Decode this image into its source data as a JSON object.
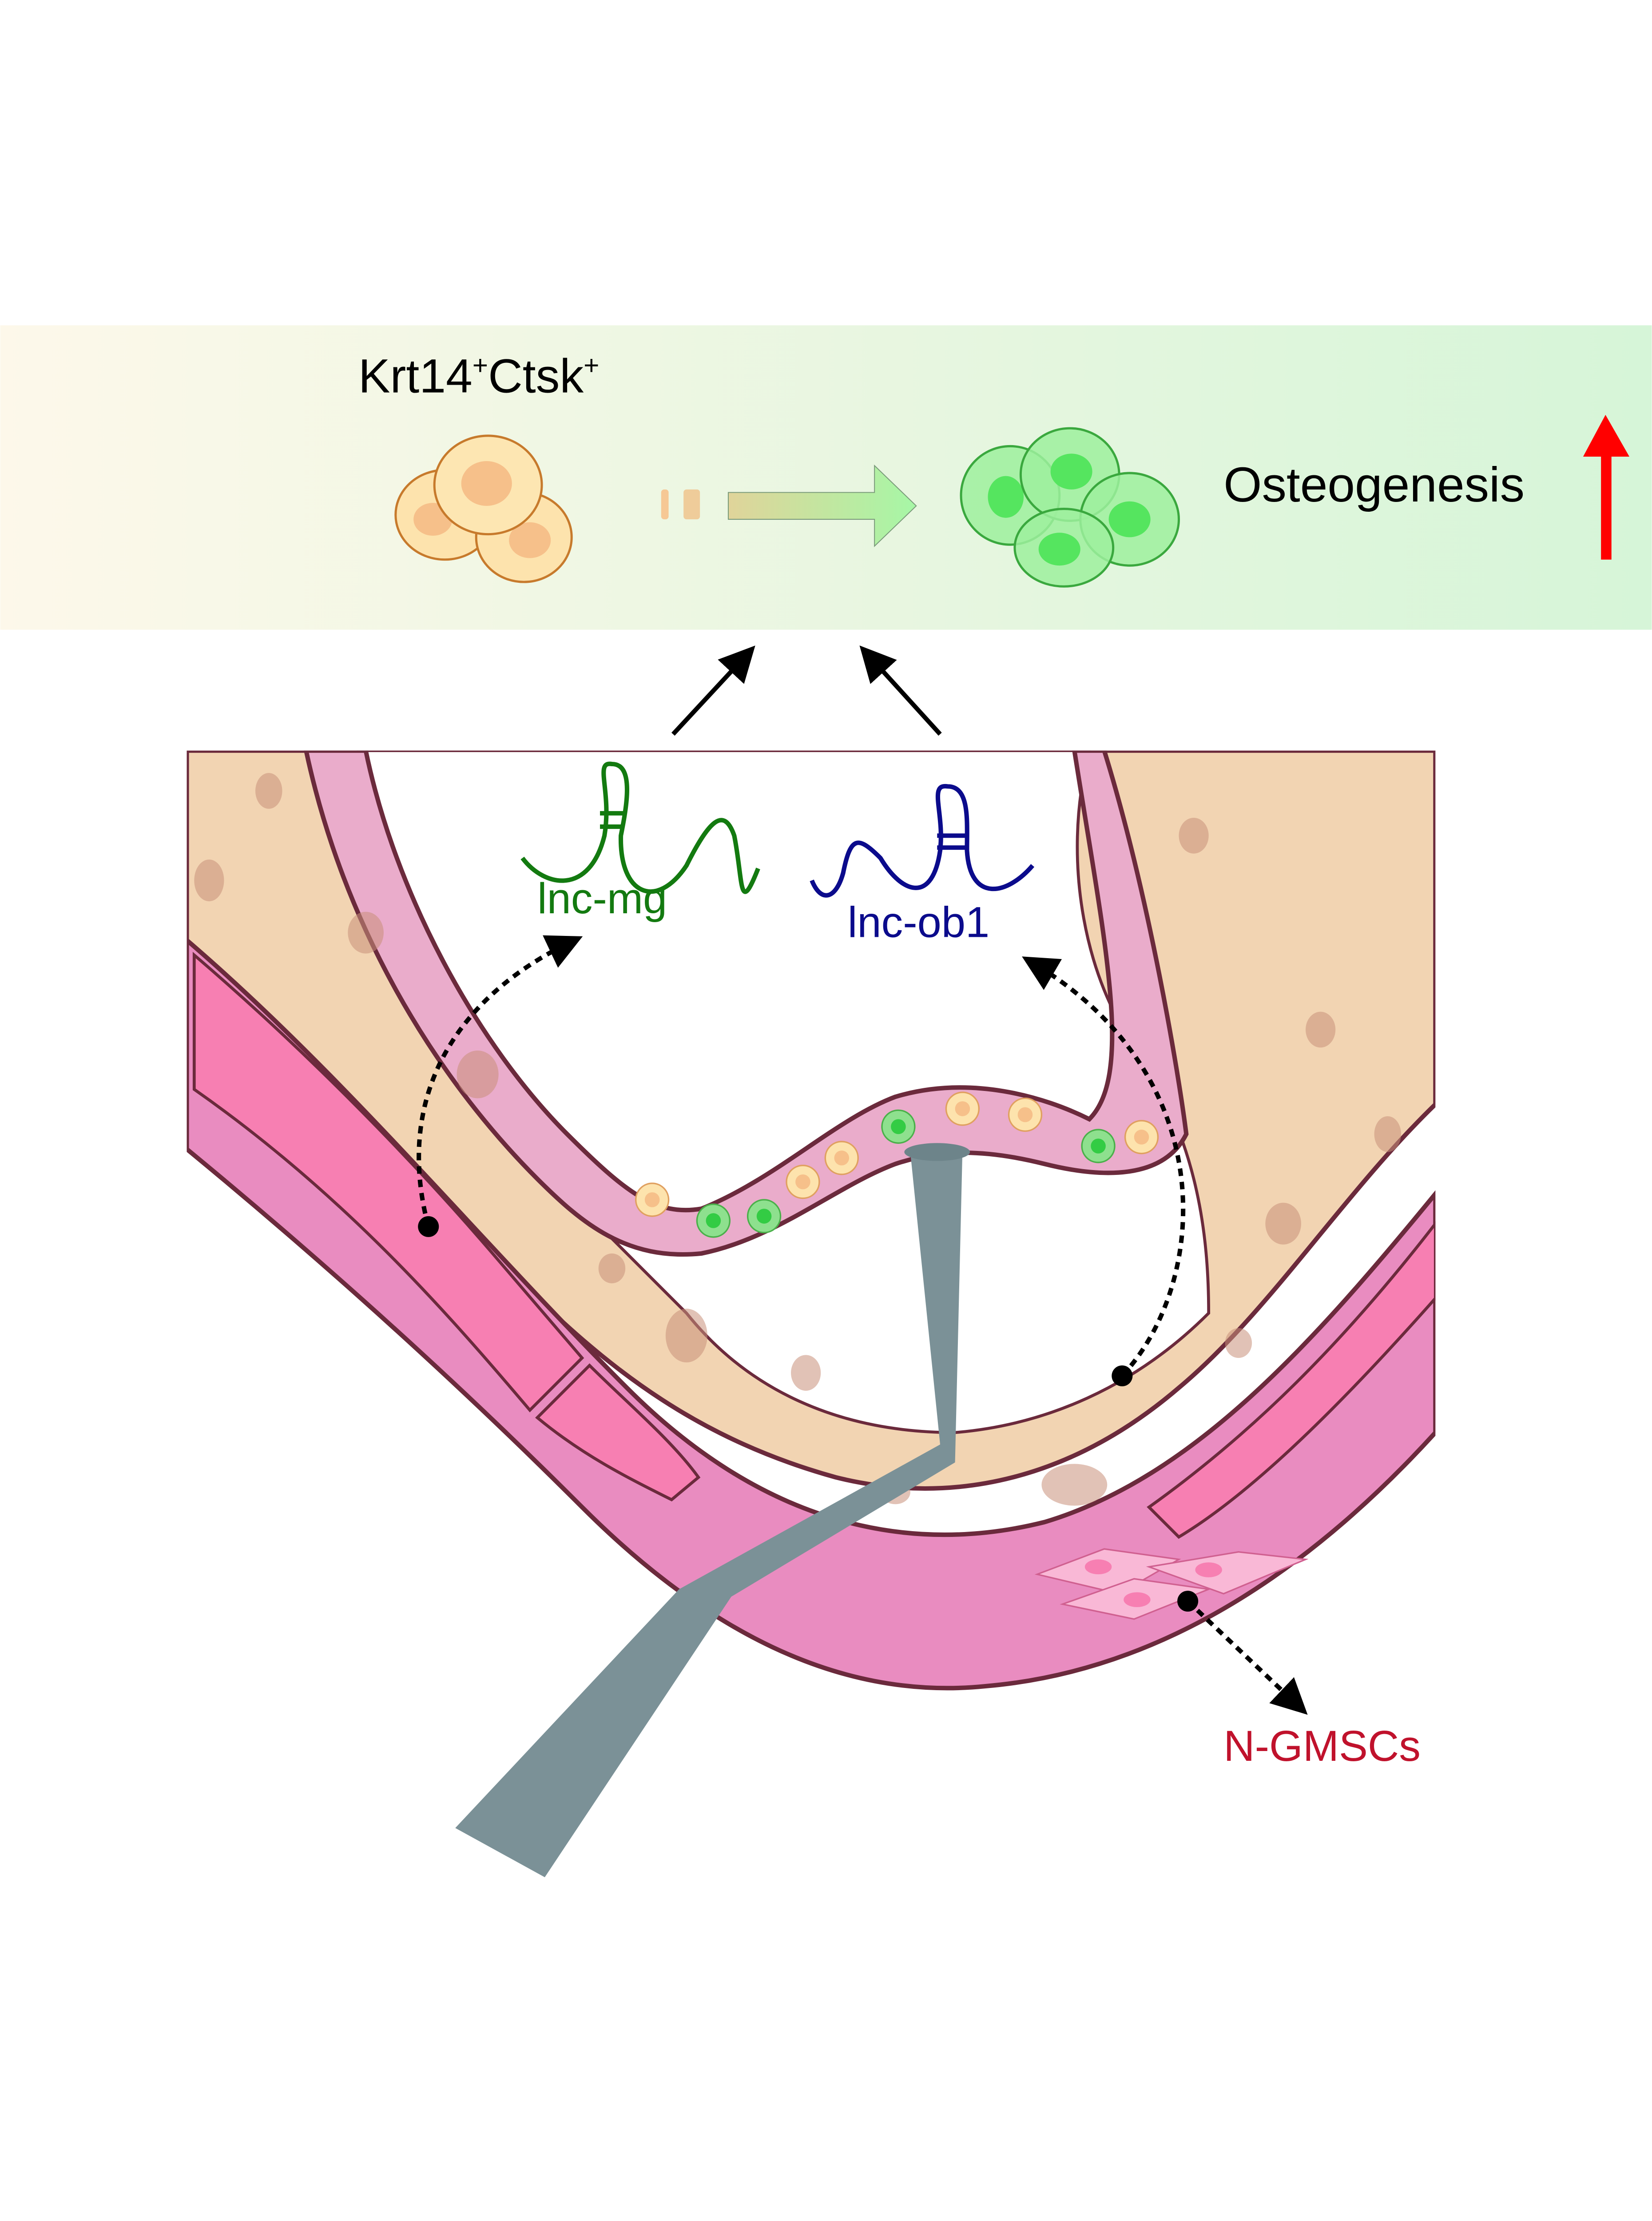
{
  "banner": {
    "cell_label": "Krt14",
    "cell_label_sup1": "+",
    "cell_label_mid": "Ctsk",
    "cell_label_sup2": "+",
    "outcome_label": "Osteogenesis",
    "outcome_direction": "up",
    "colors": {
      "gradient_start": "#fdf8ea",
      "gradient_end": "#d6f5d8",
      "increase_arrow": "#ff0000"
    }
  },
  "rna": {
    "lnc_mg": {
      "label": "lnc-mg",
      "color": "#137a10"
    },
    "lnc_ob1": {
      "label": "lnc-ob1",
      "color": "#0b0b8c"
    }
  },
  "cells": {
    "n_gmscs": {
      "label": "N-GMSCs",
      "color": "#c0122c"
    }
  },
  "colors": {
    "gingiva": "#e98cc0",
    "bone": "#f2d4b2",
    "lining": "#eaaccb",
    "bright_pink": "#f77fb2",
    "tool": "#7b9197",
    "outline": "#6b2a3c"
  }
}
